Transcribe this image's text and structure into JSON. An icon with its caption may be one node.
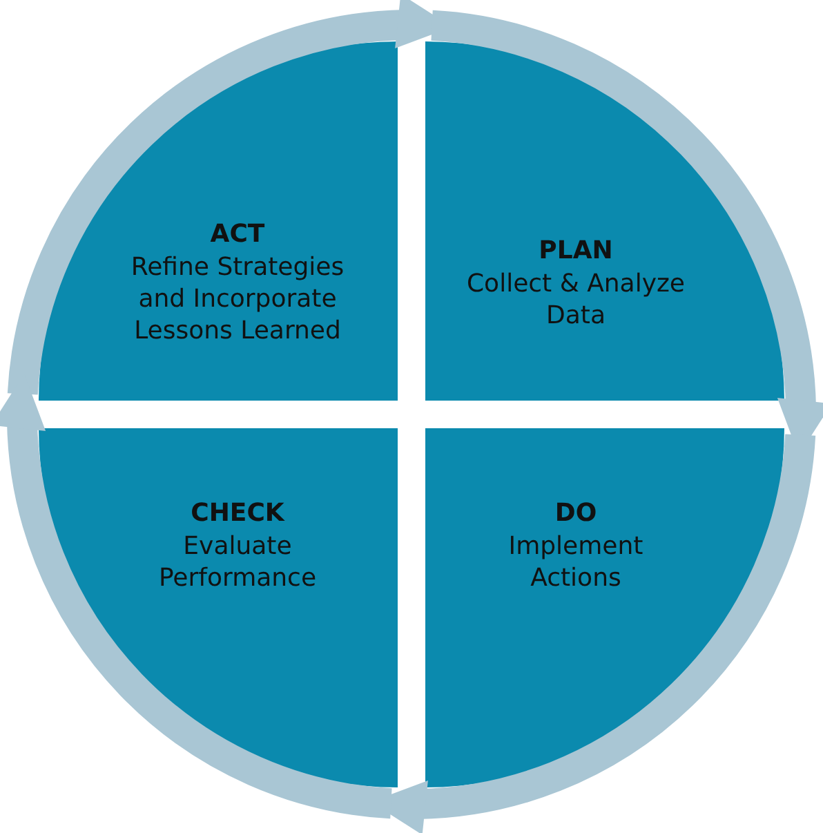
{
  "diagram": {
    "nodes": [
      {
        "text": [
          "ACT",
          "Refine Strategies and Incorporate Lessons Learned"
        ]
      },
      {
        "text": [
          "PLAN",
          "Collect & Analyze Data"
        ]
      },
      {
        "text": [
          "CHECK",
          "Evaluate Performance"
        ]
      },
      {
        "text": [
          "DO",
          "Implement Actions"
        ]
      }
    ],
    "edges": [
      {
        "from": 0,
        "to": 1,
        "arrow": "to"
      },
      {
        "from": 1,
        "to": 3,
        "arrow": "to"
      },
      {
        "from": 3,
        "to": 2,
        "arrow": "to"
      },
      {
        "from": 2,
        "to": 0,
        "arrow": "to"
      }
    ]
  }
}
